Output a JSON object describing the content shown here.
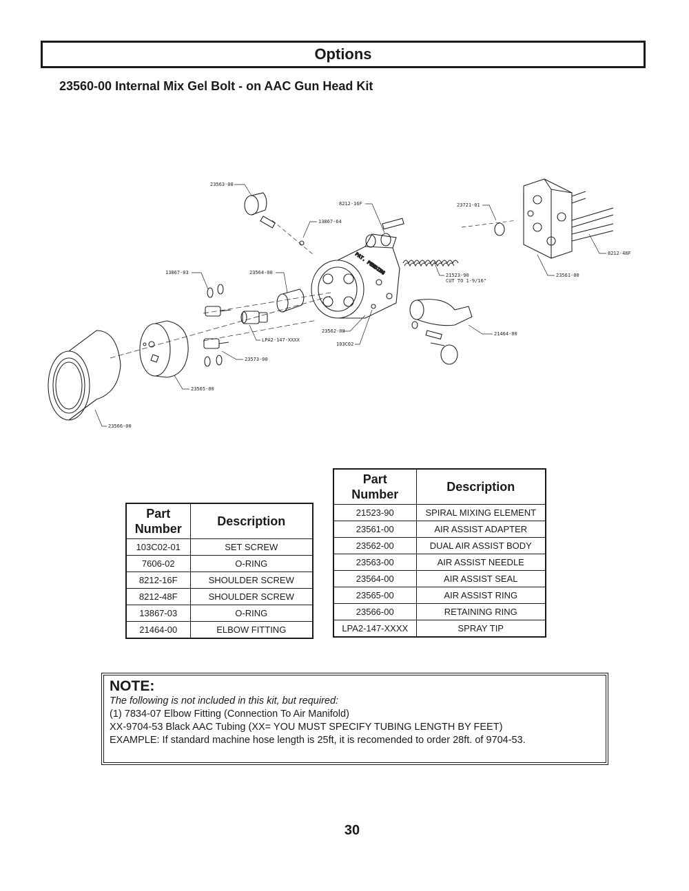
{
  "header": {
    "title": "Options"
  },
  "kit": {
    "title": "23560-00 Internal Mix Gel Bolt - on AAC Gun Head Kit"
  },
  "diagram": {
    "callouts": {
      "p23563": "23563-00",
      "p13867_64": "13867-64",
      "p8212_16f": "8212-16F",
      "p23721": "23721-01",
      "p8212_48f": "8212-48F",
      "p23561": "23561-00",
      "p21523_a": "21523-90",
      "p21523_b": "CUT TO 1-9/16\"",
      "p13867_03": "13867-03",
      "p23564": "23564-00",
      "p23562": "23562-00",
      "p103c02": "103C02",
      "p21464": "21464-00",
      "plpa2": "LPA2-147-XXXX",
      "p23573": "23573-00",
      "p23565": "23565-00",
      "p23566": "23566-00"
    },
    "body_lettering": "PAT. PENDING"
  },
  "table_headers": {
    "part_line1": "Part",
    "part_line2": "Number",
    "description": "Description"
  },
  "left_table": [
    {
      "part": "103C02-01",
      "desc": "SET SCREW"
    },
    {
      "part": "7606-02",
      "desc": "O-RING"
    },
    {
      "part": "8212-16F",
      "desc": "SHOULDER SCREW"
    },
    {
      "part": "8212-48F",
      "desc": "SHOULDER SCREW"
    },
    {
      "part": "13867-03",
      "desc": "O-RING"
    },
    {
      "part": "21464-00",
      "desc": "ELBOW FITTING"
    }
  ],
  "right_table": [
    {
      "part": "21523-90",
      "desc": "SPIRAL MIXING ELEMENT"
    },
    {
      "part": "23561-00",
      "desc": "AIR ASSIST ADAPTER"
    },
    {
      "part": "23562-00",
      "desc": "DUAL AIR ASSIST BODY"
    },
    {
      "part": "23563-00",
      "desc": "AIR ASSIST NEEDLE"
    },
    {
      "part": "23564-00",
      "desc": "AIR ASSIST SEAL"
    },
    {
      "part": "23565-00",
      "desc": "AIR ASSIST RING"
    },
    {
      "part": "23566-00",
      "desc": "RETAINING RING"
    },
    {
      "part": "LPA2-147-XXXX",
      "desc": "SPRAY TIP"
    }
  ],
  "note": {
    "heading": "NOTE:",
    "intro": "The following is not included in this kit, but required:",
    "lines": [
      "(1) 7834-07 Elbow Fitting (Connection To Air Manifold)",
      "XX-9704-53 Black AAC Tubing (XX= YOU MUST SPECIFY TUBING LENGTH BY FEET)",
      "EXAMPLE: If standard machine hose length is 25ft, it is recomended to order 28ft. of 9704-53."
    ]
  },
  "page": {
    "number": "30"
  }
}
